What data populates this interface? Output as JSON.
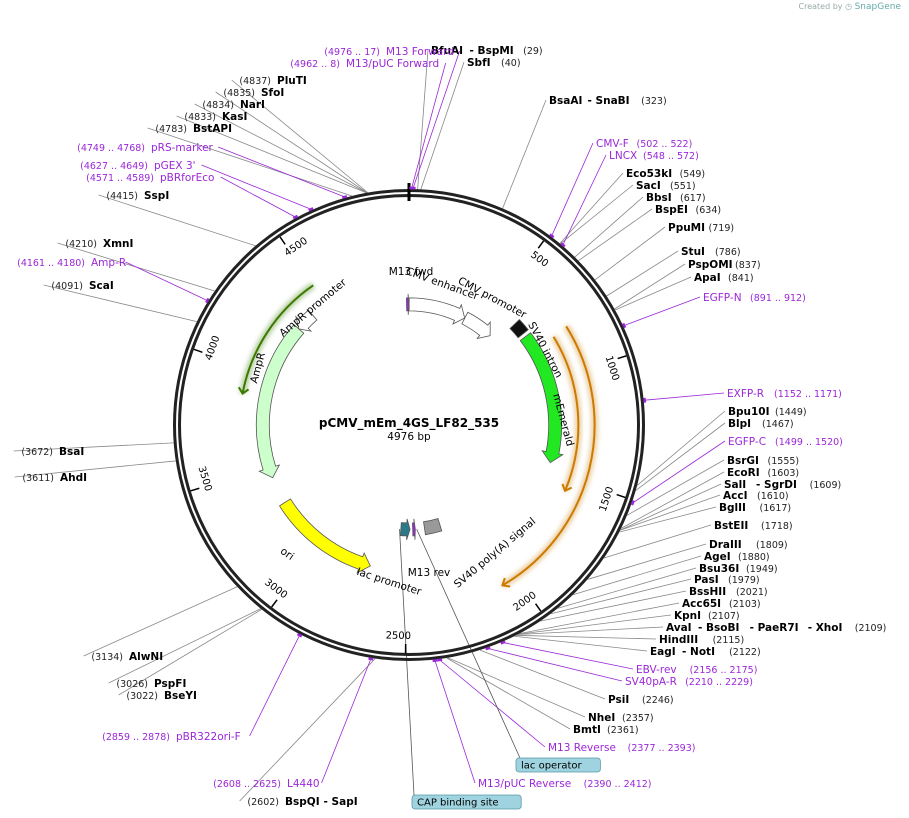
{
  "credit": {
    "prefix": "Created by",
    "brand": "SnapGene"
  },
  "plasmid": {
    "name": "pCMV_mEm_4GS_LF82_535",
    "length": "4976 bp",
    "bp": 4976
  },
  "ticks": [
    {
      "bp": 500,
      "label": "500"
    },
    {
      "bp": 1000,
      "label": "1000"
    },
    {
      "bp": 1500,
      "label": "1500"
    },
    {
      "bp": 2000,
      "label": "2000"
    },
    {
      "bp": 2500,
      "label": "2500"
    },
    {
      "bp": 3000,
      "label": "3000"
    },
    {
      "bp": 3500,
      "label": "3500"
    },
    {
      "bp": 4000,
      "label": "4000"
    },
    {
      "bp": 4500,
      "label": "4500"
    }
  ],
  "features": [
    {
      "name": "CMV enhancer",
      "start": 1,
      "end": 380,
      "color": "#ffffff",
      "radius": 0.52,
      "dir": 1
    },
    {
      "name": "CMV promoter",
      "start": 381,
      "end": 584,
      "color": "#ffffff",
      "radius": 0.52,
      "dir": 1
    },
    {
      "name": "M13 fwd",
      "start": 4960,
      "end": 4976,
      "color": "#9b27d8",
      "radius": 0.52,
      "dir": 1
    },
    {
      "name": "SV40 intron",
      "start": 640,
      "end": 710,
      "color": "#111111",
      "radius": 0.63,
      "dir": 0
    },
    {
      "name": "mEmerald",
      "start": 730,
      "end": 1450,
      "color": "#22e822",
      "radius": 0.63,
      "dir": 1
    },
    {
      "name": "SV40 poly(A) signal",
      "start": 2250,
      "end": 2370,
      "color": "#999999",
      "radius": 0.45,
      "dir": 0
    },
    {
      "name": "M13 rev",
      "start": 2440,
      "end": 2460,
      "color": "#9b27d8",
      "radius": 0.45,
      "dir": -1
    },
    {
      "name": "lac promoter",
      "start": 2480,
      "end": 2550,
      "color": "#2a7a8a",
      "radius": 0.45,
      "dir": -1
    },
    {
      "name": "ori",
      "start": 2700,
      "end": 3290,
      "color": "#ffff00",
      "radius": 0.63,
      "dir": -1
    },
    {
      "name": "AmpR",
      "start": 3440,
      "end": 4300,
      "color": "#ccffcc",
      "radius": 0.63,
      "dir": -1
    },
    {
      "name": "AmpR promoter",
      "start": 4300,
      "end": 4406,
      "color": "#ffffff",
      "radius": 0.63,
      "dir": -1
    }
  ],
  "orfs": [
    {
      "start": 800,
      "end": 2070,
      "radius": 0.8,
      "color": "#cc7a00"
    },
    {
      "start": 810,
      "end": 1560,
      "radius": 0.73,
      "color": "#cc7a00"
    },
    {
      "start": 3880,
      "end": 4500,
      "radius": 0.73,
      "color": "#3a7a00"
    }
  ],
  "enzymes": [
    {
      "name": "BfuAI",
      "name2": "BspMI",
      "pos": "(29)",
      "bp": 29
    },
    {
      "name": "SbfI",
      "pos": "(40)",
      "bp": 40
    },
    {
      "name": "BsaAI",
      "name2": "SnaBI",
      "pos": "(323)",
      "bp": 323
    },
    {
      "name": "Eco53kI",
      "pos": "(549)",
      "bp": 549
    },
    {
      "name": "SacI",
      "pos": "(551)",
      "bp": 551
    },
    {
      "name": "BbsI",
      "pos": "(617)",
      "bp": 617
    },
    {
      "name": "BspEI",
      "pos": "(634)",
      "bp": 634
    },
    {
      "name": "PpuMI",
      "pos": "(719)",
      "bp": 719
    },
    {
      "name": "StuI",
      "pos": "(786)",
      "bp": 786
    },
    {
      "name": "PspOMI",
      "pos": "(837)",
      "bp": 837
    },
    {
      "name": "ApaI",
      "pos": "(841)",
      "bp": 841
    },
    {
      "name": "Bpu10I",
      "pos": "(1449)",
      "bp": 1449
    },
    {
      "name": "BlpI",
      "pos": "(1467)",
      "bp": 1467
    },
    {
      "name": "BsrGI",
      "pos": "(1555)",
      "bp": 1555
    },
    {
      "name": "EcoRI",
      "pos": "(1603)",
      "bp": 1603
    },
    {
      "name": "SalI",
      "name2": "SgrDI",
      "pos": "(1609)",
      "bp": 1609
    },
    {
      "name": "AccI",
      "pos": "(1610)",
      "bp": 1610
    },
    {
      "name": "BglII",
      "pos": "(1617)",
      "bp": 1617
    },
    {
      "name": "BstEII",
      "pos": "(1718)",
      "bp": 1718
    },
    {
      "name": "DraIII",
      "pos": "(1809)",
      "bp": 1809
    },
    {
      "name": "AgeI",
      "pos": "(1880)",
      "bp": 1880
    },
    {
      "name": "Bsu36I",
      "pos": "(1949)",
      "bp": 1949
    },
    {
      "name": "PasI",
      "pos": "(1979)",
      "bp": 1979
    },
    {
      "name": "BssHII",
      "pos": "(2021)",
      "bp": 2021
    },
    {
      "name": "Acc65I",
      "pos": "(2103)",
      "bp": 2103
    },
    {
      "name": "KpnI",
      "pos": "(2107)",
      "bp": 2107
    },
    {
      "name": "AvaI",
      "name2": "BsoBI",
      "name3": "PaeR7I",
      "name4": "XhoI",
      "pos": "(2109)",
      "bp": 2109
    },
    {
      "name": "HindIII",
      "pos": "(2115)",
      "bp": 2115
    },
    {
      "name": "EagI",
      "name2": "NotI",
      "pos": "(2122)",
      "bp": 2122
    },
    {
      "name": "PsiI",
      "pos": "(2246)",
      "bp": 2246
    },
    {
      "name": "NheI",
      "pos": "(2357)",
      "bp": 2357
    },
    {
      "name": "BmtI",
      "pos": "(2361)",
      "bp": 2361
    },
    {
      "name": "BspQI",
      "name2": "SapI",
      "pos": "(2602)",
      "bp": 2602
    },
    {
      "name": "BseYI",
      "pos": "(3022)",
      "bp": 3022
    },
    {
      "name": "PspFI",
      "pos": "(3026)",
      "bp": 3026
    },
    {
      "name": "AlwNI",
      "pos": "(3134)",
      "bp": 3134
    },
    {
      "name": "AhdI",
      "pos": "(3611)",
      "bp": 3611
    },
    {
      "name": "BsaI",
      "pos": "(3672)",
      "bp": 3672
    },
    {
      "name": "ScaI",
      "pos": "(4091)",
      "bp": 4091
    },
    {
      "name": "XmnI",
      "pos": "(4210)",
      "bp": 4210
    },
    {
      "name": "SspI",
      "pos": "(4415)",
      "bp": 4415
    },
    {
      "name": "BstAPI",
      "pos": "(4783)",
      "bp": 4783
    },
    {
      "name": "KasI",
      "pos": "(4833)",
      "bp": 4833
    },
    {
      "name": "NarI",
      "pos": "(4834)",
      "bp": 4834
    },
    {
      "name": "SfoI",
      "pos": "(4835)",
      "bp": 4835
    },
    {
      "name": "PluTI",
      "pos": "(4837)",
      "bp": 4837
    }
  ],
  "primers": [
    {
      "name": "M13 Forward",
      "range": "(4976 .. 17)",
      "bp": 4990
    },
    {
      "name": "M13/pUC Forward",
      "range": "(4962 .. 8)",
      "bp": 4985
    },
    {
      "name": "CMV-F",
      "range": "(502 .. 522)",
      "bp": 512
    },
    {
      "name": "LNCX",
      "range": "(548 .. 572)",
      "bp": 560
    },
    {
      "name": "EGFP-N",
      "range": "(891 .. 912)",
      "bp": 901
    },
    {
      "name": "EXFP-R",
      "range": "(1152 .. 1171)",
      "bp": 1161
    },
    {
      "name": "EGFP-C",
      "range": "(1499 .. 1520)",
      "bp": 1509
    },
    {
      "name": "EBV-rev",
      "range": "(2156 .. 2175)",
      "bp": 2165
    },
    {
      "name": "SV40pA-R",
      "range": "(2210 .. 2229)",
      "bp": 2219
    },
    {
      "name": "M13 Reverse",
      "range": "(2377 .. 2393)",
      "bp": 2385
    },
    {
      "name": "M13/pUC Reverse",
      "range": "(2390 .. 2412)",
      "bp": 2401
    },
    {
      "name": "L4440",
      "range": "(2608 .. 2625)",
      "bp": 2616
    },
    {
      "name": "pBR322ori-F",
      "range": "(2859 .. 2878)",
      "bp": 2868
    },
    {
      "name": "Amp-R",
      "range": "(4161 .. 4180)",
      "bp": 4170
    },
    {
      "name": "pBRforEco",
      "range": "(4571 .. 4589)",
      "bp": 4580
    },
    {
      "name": "pGEX 3'",
      "range": "(4627 .. 4649)",
      "bp": 4638
    },
    {
      "name": "pRS-marker",
      "range": "(4749 .. 4768)",
      "bp": 4758
    }
  ],
  "boxed": [
    {
      "name": "lac operator",
      "bp": 2430
    },
    {
      "name": "CAP binding site",
      "bp": 2560
    }
  ]
}
